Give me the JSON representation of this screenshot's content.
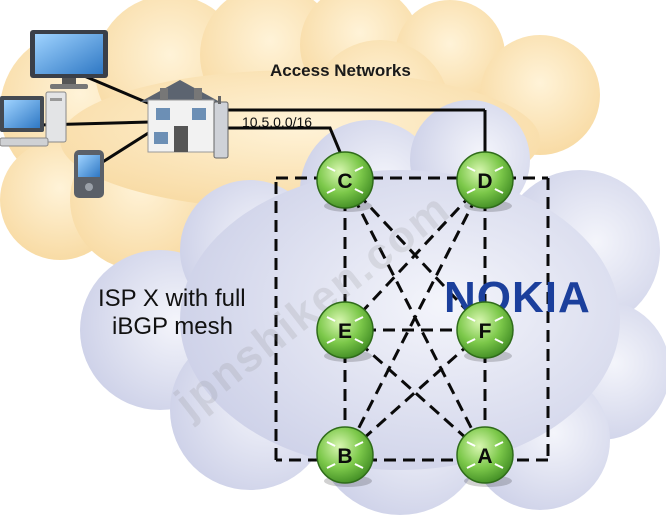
{
  "labels": {
    "access_networks": "Access Networks",
    "prefix": "10.5.0.0/16",
    "isp_line1": "ISP X with full",
    "isp_line2": "iBGP mesh"
  },
  "routers": [
    {
      "id": "C",
      "label": "C"
    },
    {
      "id": "D",
      "label": "D"
    },
    {
      "id": "E",
      "label": "E"
    },
    {
      "id": "F",
      "label": "F"
    },
    {
      "id": "B",
      "label": "B"
    },
    {
      "id": "A",
      "label": "A"
    }
  ],
  "logo": {
    "text": "NOKIA",
    "color": "#1b3f9c"
  },
  "watermark": {
    "text": "jpnshiken.com"
  },
  "devices": [
    "monitor-icon",
    "desktop-computer-icon",
    "pda-icon",
    "house-icon",
    "modem-icon"
  ],
  "colors": {
    "access_cloud": "#fbe3b4",
    "isp_cloud": "#d7daed",
    "router_fill": "#7cc84a",
    "router_dark": "#3e8a22"
  }
}
